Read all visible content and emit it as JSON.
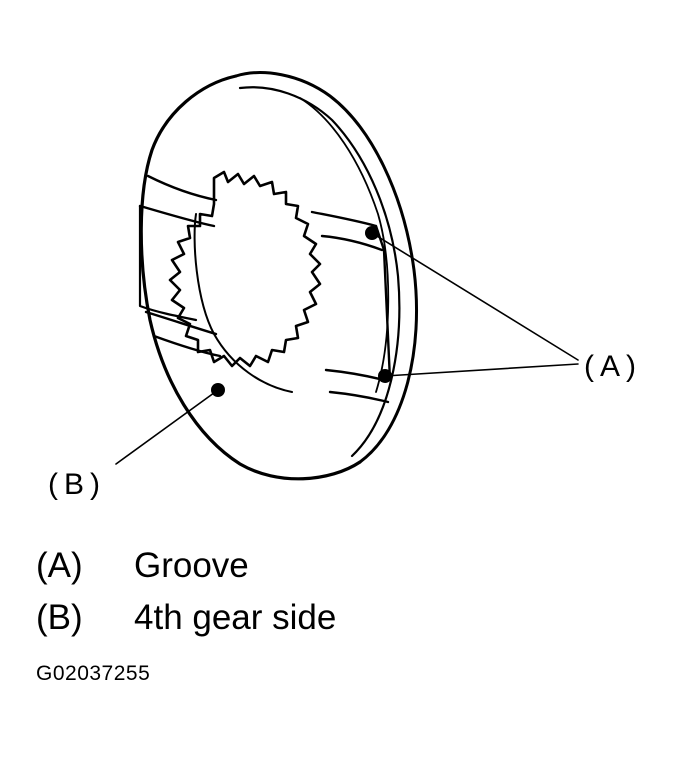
{
  "diagram": {
    "callout_a": "(A)",
    "callout_b": "(B)"
  },
  "legend": [
    {
      "key": "(A)",
      "label": "Groove"
    },
    {
      "key": "(B)",
      "label": "4th gear side"
    }
  ],
  "figure_id": "G02037255",
  "colors": {
    "ink": "#000000",
    "paper": "#ffffff"
  }
}
